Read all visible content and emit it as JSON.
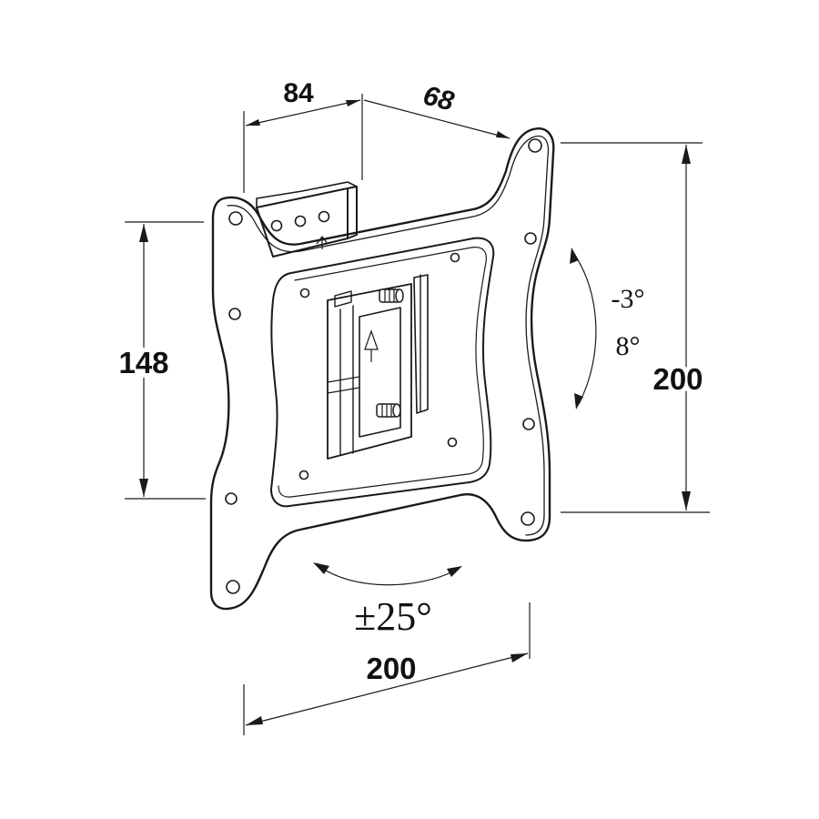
{
  "dimensions": {
    "depth_min": "84",
    "depth_extension": "68",
    "vesa_height_left": "148",
    "vesa_height_right": "200",
    "vesa_width_bottom": "200"
  },
  "tilt": {
    "up": "-3°",
    "down": "8°"
  },
  "swivel": {
    "range": "±25°"
  }
}
